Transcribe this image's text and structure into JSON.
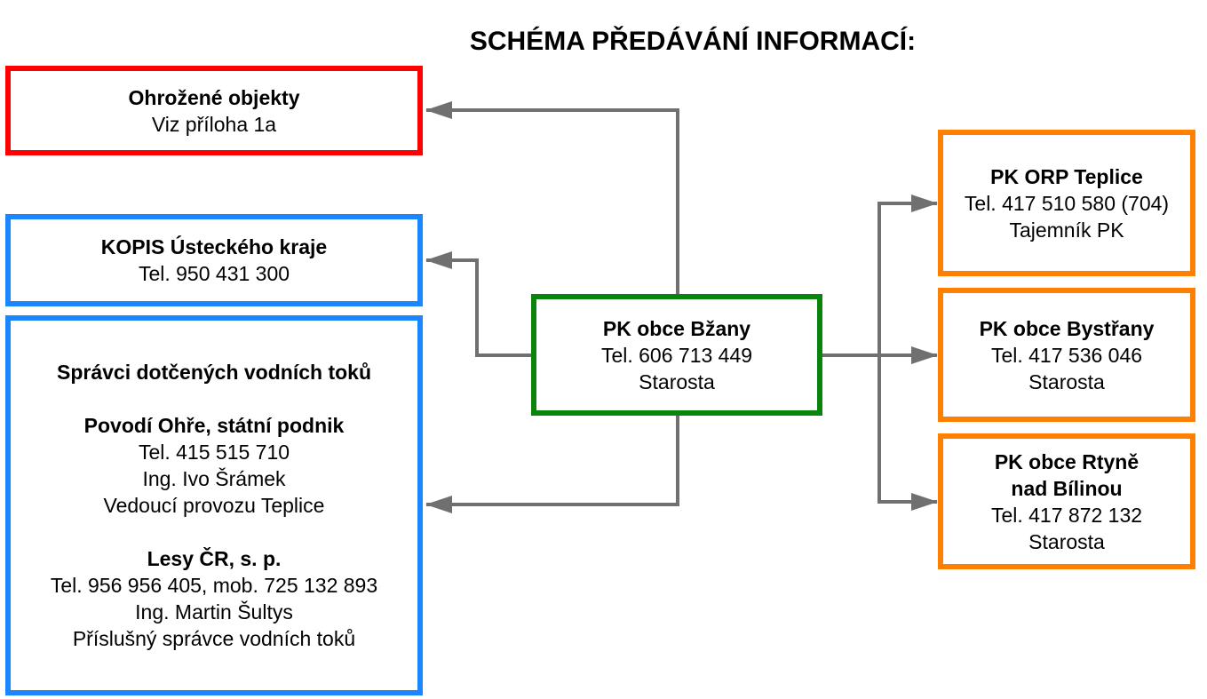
{
  "title": "SCHÉMA PŘEDÁVÁNÍ INFORMACÍ:",
  "colors": {
    "red": "#ff0000",
    "blue": "#1a86ff",
    "green": "#0b840b",
    "orange": "#ff8000",
    "arrow": "#707070"
  },
  "threatened": {
    "name": "Ohrožené objekty",
    "line": "Viz příloha 1a"
  },
  "kopis": {
    "name": "KOPIS Ústeckého kraje",
    "tel": "Tel. 950 431 300"
  },
  "managers": {
    "heading": "Správci dotčených vodních toků",
    "povodi": {
      "name": "Povodí Ohře, státní podnik",
      "tel": "Tel. 415 515 710",
      "person": "Ing. Ivo Šrámek",
      "role": "Vedoucí provozu Teplice"
    },
    "lesy": {
      "name": "Lesy ČR, s. p.",
      "tel": "Tel. 956 956 405, mob. 725 132 893",
      "person": "Ing. Martin Šultys",
      "role": "Příslušný správce vodních toků"
    }
  },
  "center": {
    "name": "PK obce Bžany",
    "tel": "Tel. 606 713 449",
    "role": "Starosta"
  },
  "orp": {
    "name": "PK ORP Teplice",
    "tel": "Tel. 417 510 580 (704)",
    "role": "Tajemník PK"
  },
  "bystrany": {
    "name": "PK obce Bystřany",
    "tel": "Tel. 417 536 046",
    "role": "Starosta"
  },
  "rtyne": {
    "name1": "PK obce Rtyně",
    "name2": "nad Bílinou",
    "tel": "Tel. 417 872 132",
    "role": "Starosta"
  }
}
